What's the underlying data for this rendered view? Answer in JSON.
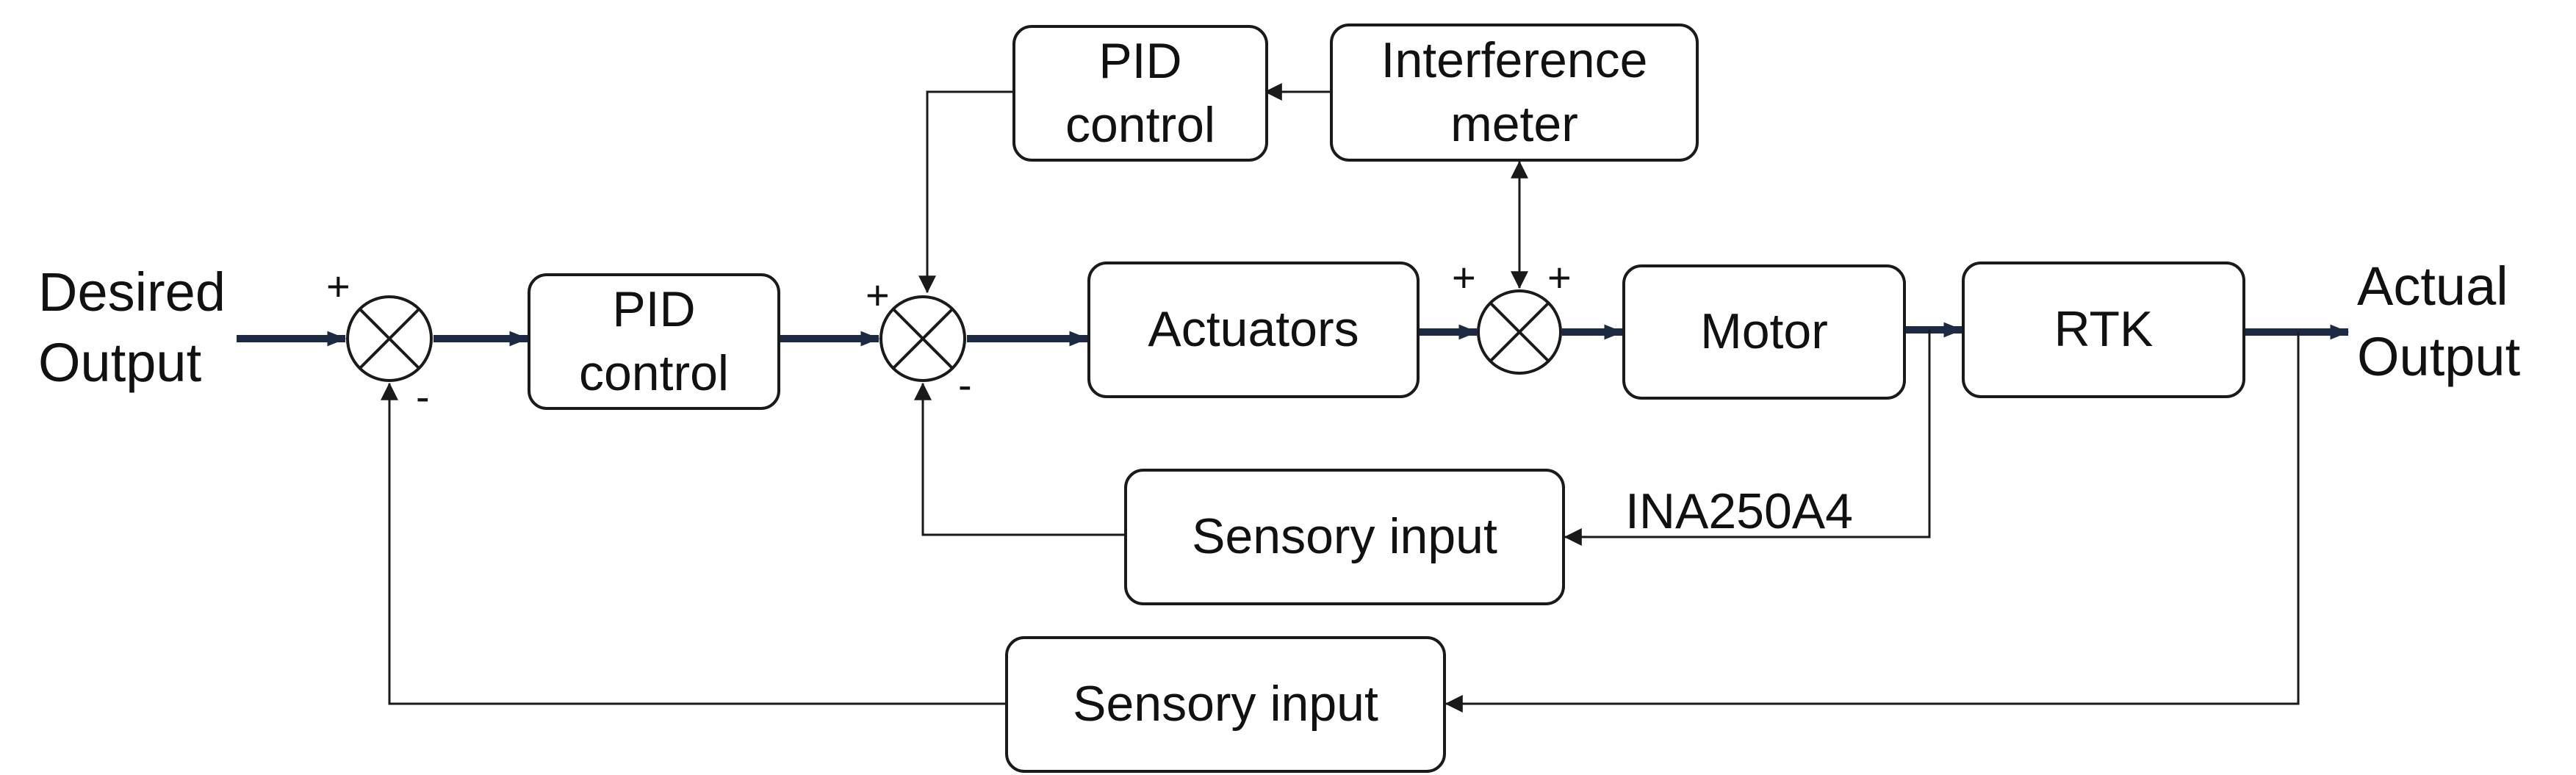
{
  "input_label": {
    "line1": "Desired",
    "line2": "Output"
  },
  "output_label": {
    "line1": "Actual",
    "line2": "Output"
  },
  "blocks": {
    "pid_main": {
      "line1": "PID",
      "line2": "control"
    },
    "pid_top": {
      "line1": "PID",
      "line2": "control"
    },
    "interference": {
      "line1": "Interference",
      "line2": "meter"
    },
    "actuators": {
      "line1": "Actuators"
    },
    "motor": {
      "line1": "Motor"
    },
    "rtk": {
      "line1": "RTK"
    },
    "sensory_inner": {
      "line1": "Sensory input"
    },
    "sensory_outer": {
      "line1": "Sensory input"
    }
  },
  "signal_labels": {
    "ina": "INA250A4"
  },
  "signs": {
    "sum1_plus": "+",
    "sum1_minus": "-",
    "sum2_plus": "+",
    "sum2_minus": "-",
    "sum3_plus_left": "+",
    "sum3_plus_right": "+"
  },
  "colors": {
    "main_path": "#1c2a44",
    "line": "#1a1a1a"
  }
}
